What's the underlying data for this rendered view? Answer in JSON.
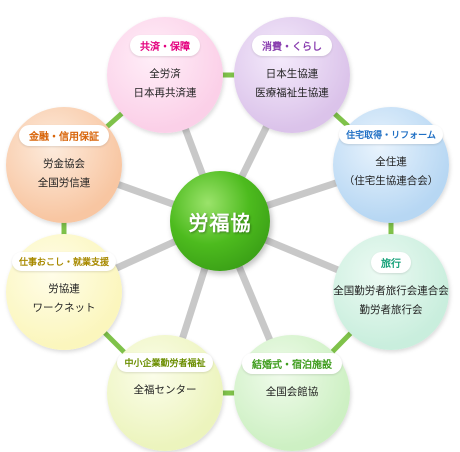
{
  "center": {
    "label": "労福協"
  },
  "nodes": [
    {
      "id": "kyosai",
      "category": "共済・保障",
      "items": [
        "全労済",
        "日本再共済連"
      ],
      "fill": "#fbd0e8",
      "fill_light": "#ffeef8",
      "accent": "#e4007f"
    },
    {
      "id": "shohi",
      "category": "消費・くらし",
      "items": [
        "日本生協連",
        "医療福祉生協連"
      ],
      "fill": "#dbc3ea",
      "fill_light": "#f4eafb",
      "accent": "#8a3fb0"
    },
    {
      "id": "jutaku",
      "category": "住宅取得・リフォーム",
      "items": [
        "全住連",
        "（住宅生協連合会）"
      ],
      "fill": "#b7d7f3",
      "fill_light": "#e8f3fd",
      "accent": "#1f6fc4"
    },
    {
      "id": "ryoko",
      "category": "旅行",
      "items": [
        "全国勤労者旅行会連合会",
        "勤労者旅行会"
      ],
      "fill": "#c9eedd",
      "fill_light": "#ecfaf3",
      "accent": "#17a27a"
    },
    {
      "id": "kekkon",
      "category": "結婚式・宿泊施設",
      "items": [
        "全国会館協"
      ],
      "fill": "#cdf0c3",
      "fill_light": "#effbea",
      "accent": "#3f9d1e"
    },
    {
      "id": "chusho",
      "category": "中小企業勤労者福祉",
      "items": [
        "全福センター"
      ],
      "fill": "#ecf4bd",
      "fill_light": "#fbfde9",
      "accent": "#6b8e00"
    },
    {
      "id": "shigoto",
      "category": "仕事おこし・就業支援",
      "items": [
        "労協連",
        "ワークネット"
      ],
      "fill": "#fbf6bd",
      "fill_light": "#fffde8",
      "accent": "#a88a00"
    },
    {
      "id": "kinyu",
      "category": "金融・信用保証",
      "items": [
        "労金協会",
        "全国労信連"
      ],
      "fill": "#f8c6a2",
      "fill_light": "#fdebdc",
      "accent": "#d8650a"
    }
  ],
  "connector_colors": {
    "spoke": "#c8c8c8",
    "ring": "#7fc24a"
  }
}
